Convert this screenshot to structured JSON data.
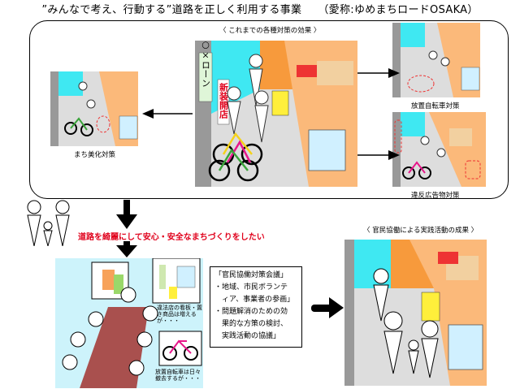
{
  "title": "”みんなで考え、行動する”道路を正しく利用する事業　　（愛称:ゆめまちロードOSAKA）",
  "effects_box": {
    "caption": "〈 これまでの各種対策の効果 〉",
    "main_scene": {
      "sign_loan": "○×ローン",
      "sign_shop": "新装開店"
    },
    "left_caption": "まち美化対策",
    "top_right_caption": "放置自転車対策",
    "bottom_right_caption": "違反広告物対策"
  },
  "wish_text": "道路を綺麗にして安心・安全なまちづくりをしたい",
  "meeting": {
    "note_signs": "違法店の看板・置き商品は増えるが・・・",
    "note_bikes": "放置自転車は日々撤去するが・・・"
  },
  "council_box": {
    "heading": "「官民協働対策会議」",
    "bullet1_line1": "・地域、市民ボランテ",
    "bullet1_line2": "ィア、事業者の参画」",
    "bullet2_line1": "・問題解消のための効",
    "bullet2_line2": "果的な方策の検討、",
    "bullet2_line3": "実践活動の協議」"
  },
  "result": {
    "caption": "〈 官民協働による実践活動の成果 〉"
  },
  "colors": {
    "red": "#e0001b",
    "orange": "#f7a25a",
    "light_blue": "#cdf3fb",
    "table": "#a9504e"
  }
}
